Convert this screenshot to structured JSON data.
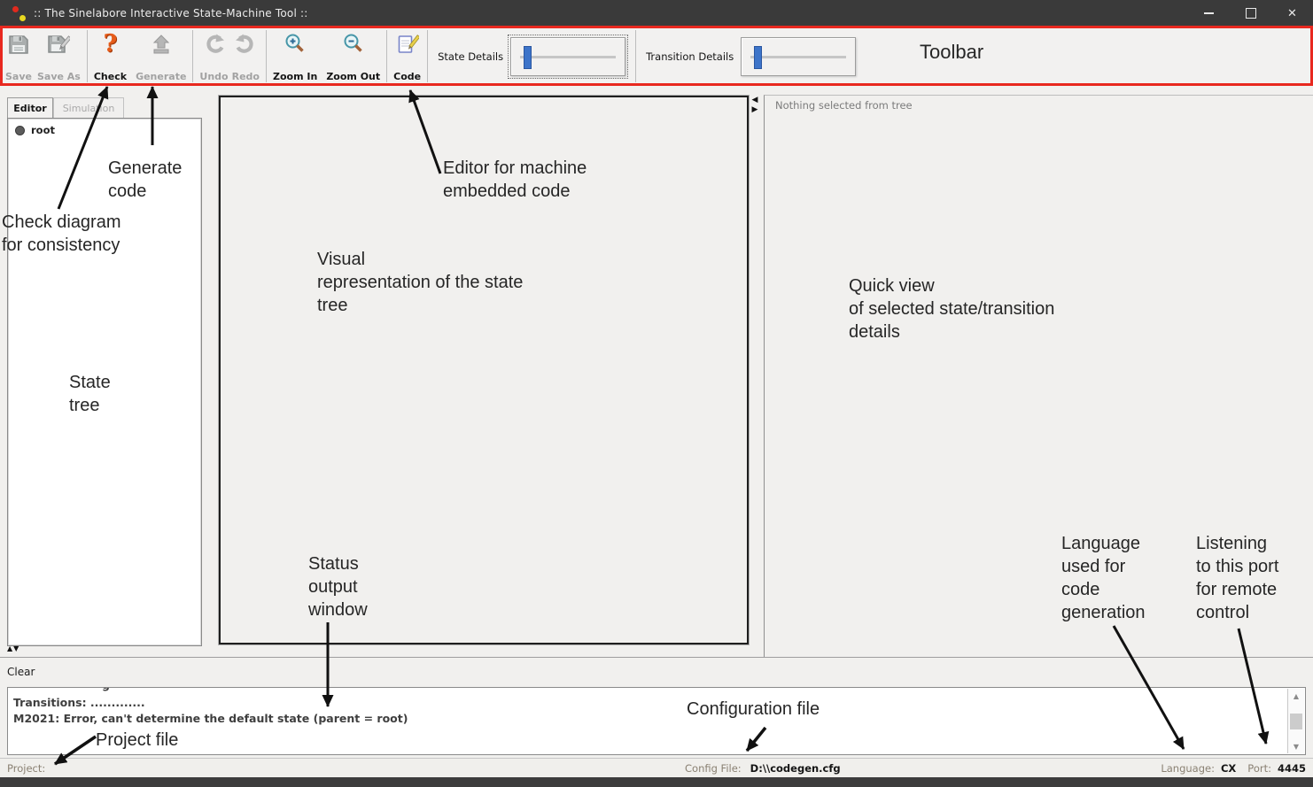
{
  "window": {
    "title": ":: The Sinelabore Interactive State-Machine Tool ::"
  },
  "toolbar": {
    "buttons": [
      {
        "label": "Save",
        "enabled": false
      },
      {
        "label": "Save As",
        "enabled": false
      },
      {
        "label": "Check",
        "enabled": true
      },
      {
        "label": "Generate",
        "enabled": false
      },
      {
        "label": "Undo",
        "enabled": false
      },
      {
        "label": "Redo",
        "enabled": false
      },
      {
        "label": "Zoom In",
        "enabled": true
      },
      {
        "label": "Zoom Out",
        "enabled": true
      },
      {
        "label": "Code",
        "enabled": true
      }
    ],
    "state_details_label": "State Details",
    "transition_details_label": "Transition Details"
  },
  "tabs": {
    "editor": "Editor",
    "simulation": "Simulation"
  },
  "tree": {
    "root": "root"
  },
  "right_panel": {
    "empty_message": "Nothing selected from tree"
  },
  "log": {
    "clear_label": "Clear",
    "clipped_fragment": "g",
    "lines": [
      "Transitions: .............",
      "M2021: Error, can't determine the default state (parent = root)"
    ]
  },
  "status_bar": {
    "project_label": "Project:",
    "project_value": "",
    "config_label": "Config File:",
    "config_value": "D:\\\\codegen.cfg",
    "language_label": "Language:",
    "language_value": "CX",
    "port_label": "Port:",
    "port_value": "4445"
  },
  "annotations": {
    "toolbar": "Toolbar",
    "generate_code": "Generate\ncode",
    "check_diagram": "Check diagram\nfor consistency",
    "editor_embedded": "Editor for machine\nembedded code",
    "visual_representation": "Visual\nrepresentation of the state\ntree",
    "state_tree": "State\ntree",
    "quick_view": "Quick view\nof selected state/transition\ndetails",
    "status_output": "Status\noutput\nwindow",
    "language_used": "Language\nused for\ncode\ngeneration",
    "listening_port": "Listening\nto this port\nfor remote\ncontrol",
    "project_file": "Project file",
    "configuration_file": "Configuration file"
  },
  "icons": {
    "check_question": "?",
    "collapse_left": "◀",
    "expand_right": "▶",
    "splitter_handle": "▲▼",
    "scroll_up": "▲",
    "scroll_down": "▼",
    "close": "✕"
  },
  "colors": {
    "annotation_red": "#e8281f",
    "slider_blue": "#3d74c9",
    "check_orange": "#e65c1a",
    "titlebar_dark": "#3a3a3a"
  }
}
